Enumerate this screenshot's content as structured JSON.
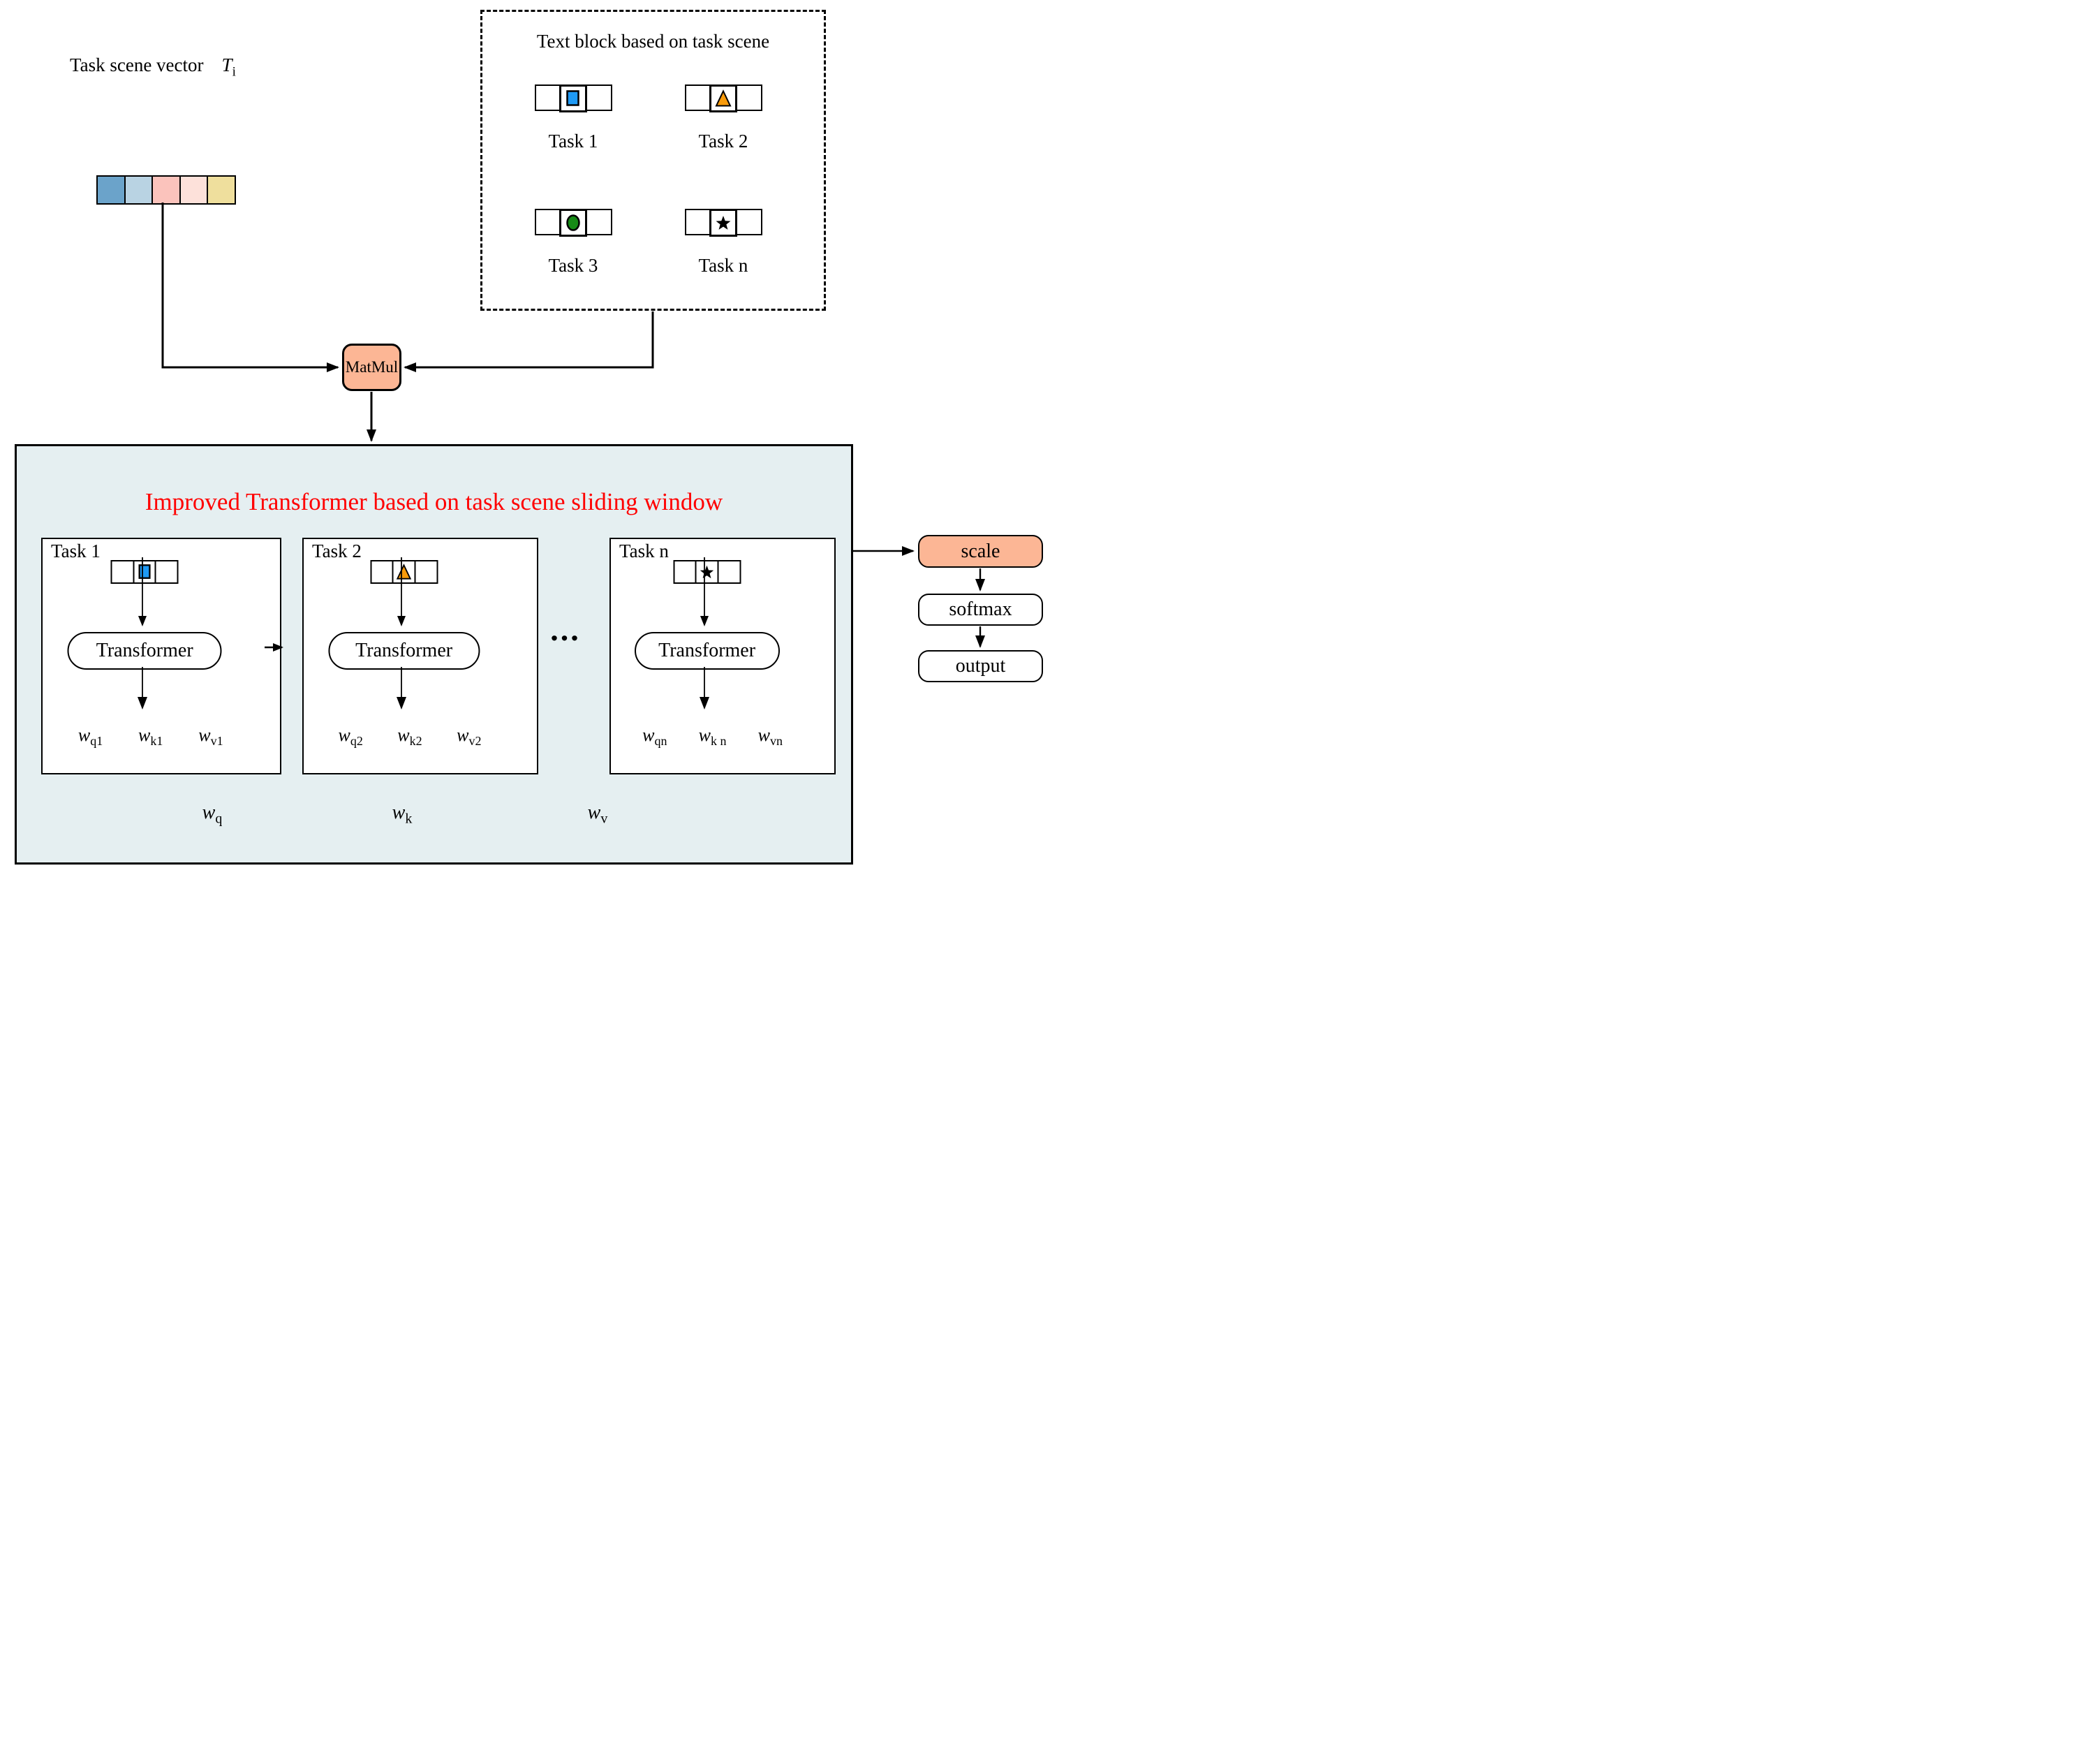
{
  "task_scene_vector": {
    "label": "Task scene vector",
    "symbol": "T",
    "symbol_sub": "i",
    "cell_colors": [
      "#6BA3CA",
      "#B9D3E3",
      "#FBC3BC",
      "#FDE1DA",
      "#EFDF9D"
    ]
  },
  "text_block": {
    "title": "Text block based on task scene",
    "tasks": [
      {
        "label": "Task 1",
        "shape": "square-icon",
        "color": "#1E9AF5"
      },
      {
        "label": "Task 2",
        "shape": "triangle-icon",
        "color": "#F99B0B"
      },
      {
        "label": "Task 3",
        "shape": "circle-icon",
        "color": "#168A16"
      },
      {
        "label": "Task n",
        "shape": "star-icon",
        "color": "#000000"
      }
    ]
  },
  "matmul": {
    "label": "MatMul",
    "fill": "#FCB695"
  },
  "window": {
    "title": "Improved Transformer based on task scene sliding window",
    "title_color": "#FF0000",
    "background": "#E5EFF1",
    "ellipsis": "...",
    "tasks": [
      {
        "label": "Task 1",
        "transformer": "Transformer",
        "shape": "square-icon",
        "color": "#1E9AF5",
        "weights": [
          {
            "b": "w",
            "s": "q1"
          },
          {
            "b": "w",
            "s": "k1"
          },
          {
            "b": "w",
            "s": "v1"
          }
        ]
      },
      {
        "label": "Task 2",
        "transformer": "Transformer",
        "shape": "triangle-icon",
        "color": "#F99B0B",
        "weights": [
          {
            "b": "w",
            "s": "q2"
          },
          {
            "b": "w",
            "s": "k2"
          },
          {
            "b": "w",
            "s": "v2"
          }
        ]
      },
      {
        "label": "Task n",
        "transformer": "Transformer",
        "shape": "star-icon",
        "color": "#000000",
        "weights": [
          {
            "b": "w",
            "s": "qn"
          },
          {
            "b": "w",
            "s": "k n"
          },
          {
            "b": "w",
            "s": "vn"
          }
        ]
      }
    ],
    "bottom_weights": [
      {
        "b": "w",
        "s": "q"
      },
      {
        "b": "w",
        "s": "k"
      },
      {
        "b": "w",
        "s": "v"
      }
    ]
  },
  "pipeline": [
    {
      "label": "scale",
      "fill": "#FCB695"
    },
    {
      "label": "softmax",
      "fill": "#FFFFFF"
    },
    {
      "label": "output",
      "fill": "#FFFFFF"
    }
  ]
}
